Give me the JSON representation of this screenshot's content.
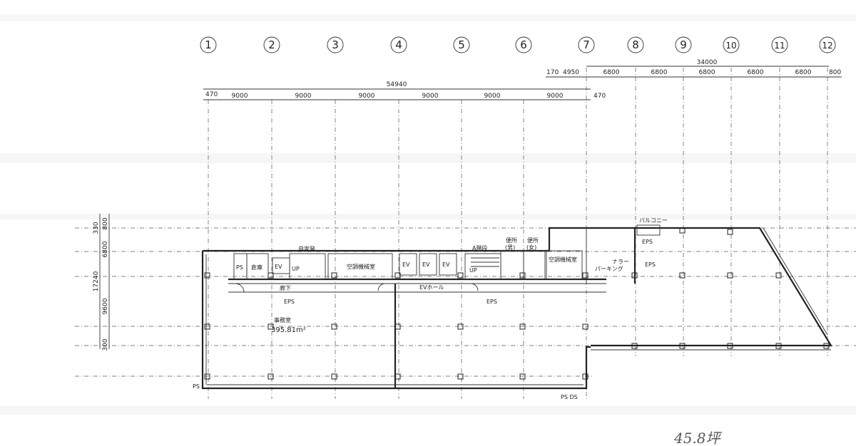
{
  "grid_labels": [
    "1",
    "2",
    "3",
    "4",
    "5",
    "6",
    "7",
    "8",
    "9",
    "10",
    "11",
    "12"
  ],
  "dimensions": {
    "west_total": "54940",
    "west_spans": [
      "9000",
      "9000",
      "9000",
      "9000",
      "9000",
      "9000"
    ],
    "west_edge_left": "470",
    "west_edge_right": "470",
    "east_total": "34000",
    "east_offsets": [
      "170",
      "4950"
    ],
    "east_spans": [
      "6800",
      "6800",
      "6800",
      "6800",
      "6800"
    ],
    "east_edge_right": "800",
    "left_total": "17240",
    "left_spans": [
      "800",
      "6800",
      "9600",
      "300"
    ],
    "left_top": "330"
  },
  "rooms": {
    "ps_1": "PS",
    "storage": "倉庫",
    "ev_1": "EV",
    "ev_2": "EV",
    "ev_3": "EV",
    "ev_4": "EV",
    "up_1": "UP",
    "up_2": "UP",
    "self_power": "自家発",
    "ac_machine_1": "空調機械室",
    "ac_machine_2": "空調機械室",
    "ev_hall": "EVホール",
    "emergency_stair": "A階段",
    "toilet_m": "便所",
    "toilet_m_sub": "(男)",
    "toilet_f": "便所",
    "toilet_f_sub": "(女)",
    "corridor": "廊下",
    "eps_1": "EPS",
    "eps_2": "EPS",
    "eps_3": "EPS",
    "eps_4": "EPS",
    "balcony": "バルコニー",
    "parking": "ナラー",
    "parking_sub": "パーキング",
    "office": "事務室",
    "office_area": "395.81m²",
    "ps_ds_bottom": "PS DS",
    "ps_corner": "PS"
  },
  "handwritten_note": "45.8坪",
  "colors": {
    "line": "#222222",
    "grid": "#555555",
    "paper": "#ffffff"
  }
}
